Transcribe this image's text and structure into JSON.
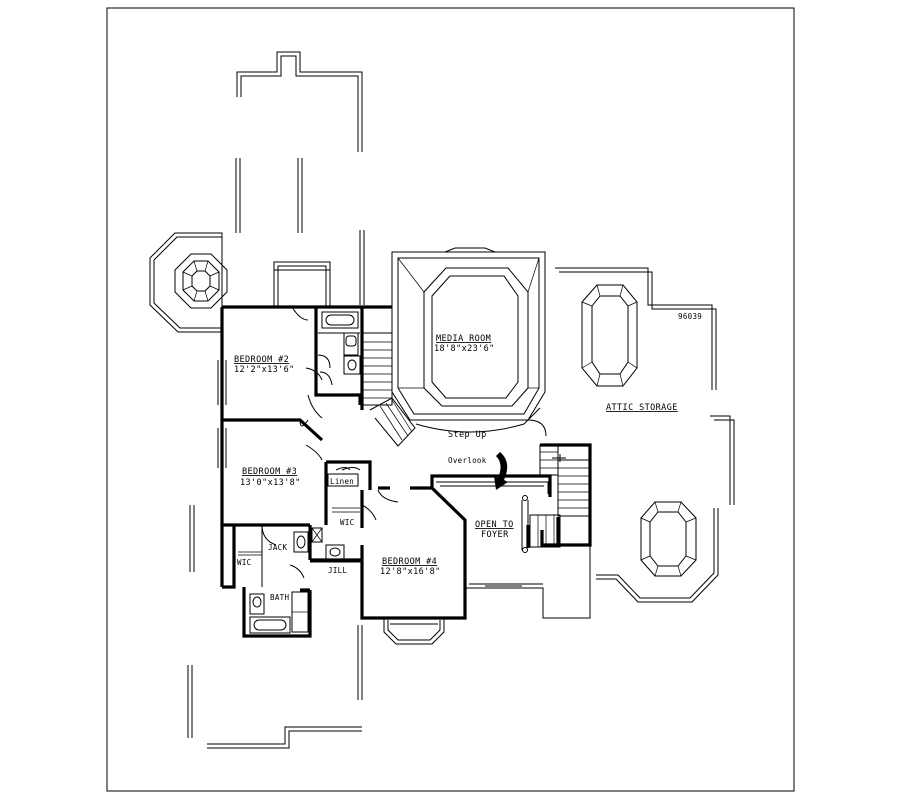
{
  "plan_number": "96039",
  "rooms": {
    "bedroom2": {
      "name": "BEDROOM #2",
      "size": "12'2\"x13'6\""
    },
    "bedroom3": {
      "name": "BEDROOM #3",
      "size": "13'0\"x13'8\""
    },
    "bedroom4": {
      "name": "BEDROOM #4",
      "size": "12'8\"x16'8\""
    },
    "media": {
      "name": "MEDIA ROOM",
      "size": "18'8\"x23'6\""
    },
    "attic": {
      "name": "ATTIC STORAGE"
    },
    "foyer": {
      "line1": "OPEN TO",
      "line2": "FOYER"
    }
  },
  "labels": {
    "step_up": "Step Up",
    "overlook": "Overlook",
    "linen": "Linen",
    "wic_upper": "WIC",
    "wic_lower": "WIC",
    "jack": "JACK",
    "jill": "JILL",
    "bath": "BATH"
  }
}
